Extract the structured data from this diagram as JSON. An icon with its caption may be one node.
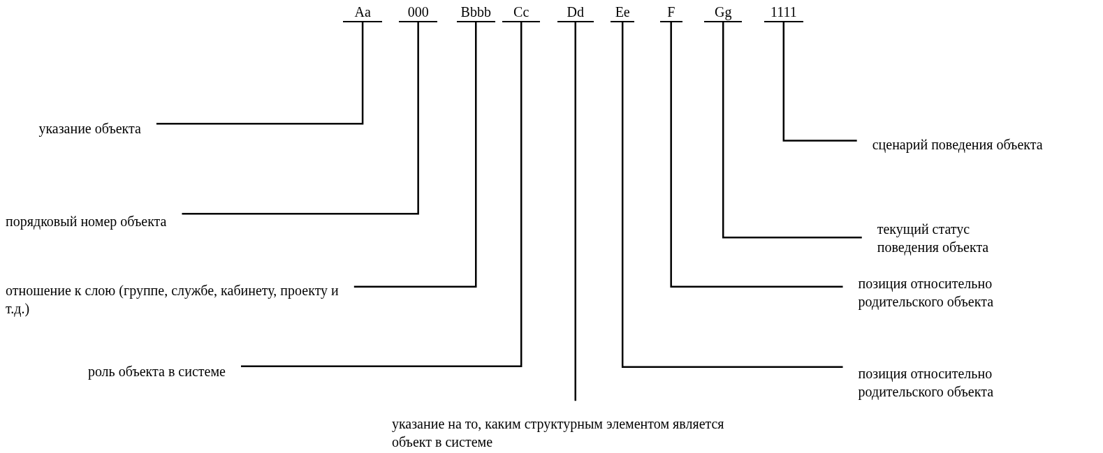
{
  "diagram": {
    "nodes": [
      {
        "text": [
          "Aa"
        ]
      },
      {
        "text": [
          "000"
        ]
      },
      {
        "text": [
          "Bbbb"
        ]
      },
      {
        "text": [
          "Cc"
        ]
      },
      {
        "text": [
          "Dd"
        ]
      },
      {
        "text": [
          "Ee"
        ]
      },
      {
        "text": [
          "F"
        ]
      },
      {
        "text": [
          "Gg"
        ]
      },
      {
        "text": [
          "1111"
        ]
      },
      {
        "text": [
          "указание объекта"
        ]
      },
      {
        "text": [
          "порядковый номер объекта"
        ]
      },
      {
        "text": [
          "отношение к слою (группе, службе, кабинету, проекту и т.д.)"
        ]
      },
      {
        "text": [
          "роль объекта в системе"
        ]
      },
      {
        "text": [
          "указание на то, каким структурным элементом является объект в системе"
        ]
      },
      {
        "text": [
          "позиция относительно родительского объекта"
        ]
      },
      {
        "text": [
          "позиция относительно родительского объекта"
        ]
      },
      {
        "text": [
          "текущий статус поведения объекта"
        ]
      },
      {
        "text": [
          "сценарий поведения объекта"
        ]
      }
    ],
    "edges": [
      {
        "from": 9,
        "to": 0,
        "arrow": "none"
      },
      {
        "from": 10,
        "to": 1,
        "arrow": "none"
      },
      {
        "from": 11,
        "to": 2,
        "arrow": "none"
      },
      {
        "from": 12,
        "to": 3,
        "arrow": "none"
      },
      {
        "from": 13,
        "to": 4,
        "arrow": "none"
      },
      {
        "from": 14,
        "to": 5,
        "arrow": "none"
      },
      {
        "from": 15,
        "to": 6,
        "arrow": "none"
      },
      {
        "from": 16,
        "to": 7,
        "arrow": "none"
      },
      {
        "from": 17,
        "to": 8,
        "arrow": "none"
      }
    ]
  }
}
